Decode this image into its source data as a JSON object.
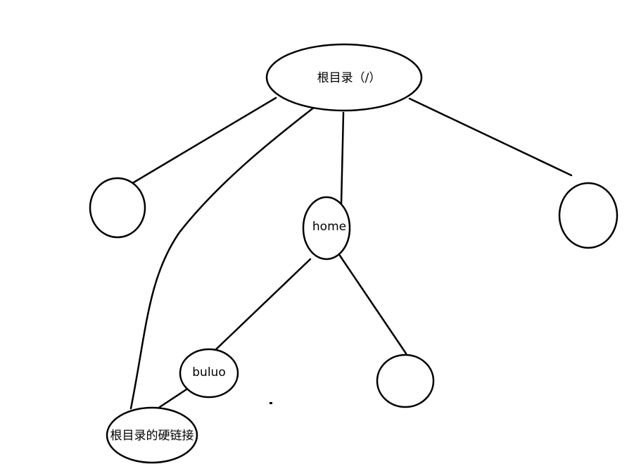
{
  "diagram": {
    "nodes": {
      "root": {
        "label": "根目录（/）"
      },
      "home": {
        "label": "home"
      },
      "buluo": {
        "label": "buluo"
      },
      "root_hardlink": {
        "label": "根目录的硬链接"
      },
      "left_child": {
        "label": ""
      },
      "right_child": {
        "label": ""
      },
      "home_right_child": {
        "label": ""
      }
    },
    "edges": [
      {
        "from": "root",
        "to": "left_child"
      },
      {
        "from": "root",
        "to": "home"
      },
      {
        "from": "root",
        "to": "right_child"
      },
      {
        "from": "root",
        "to": "root_hardlink"
      },
      {
        "from": "home",
        "to": "buluo"
      },
      {
        "from": "home",
        "to": "home_right_child"
      },
      {
        "from": "buluo",
        "to": "root_hardlink"
      }
    ],
    "colors": {
      "stroke": "#000000",
      "background": "#ffffff"
    }
  }
}
